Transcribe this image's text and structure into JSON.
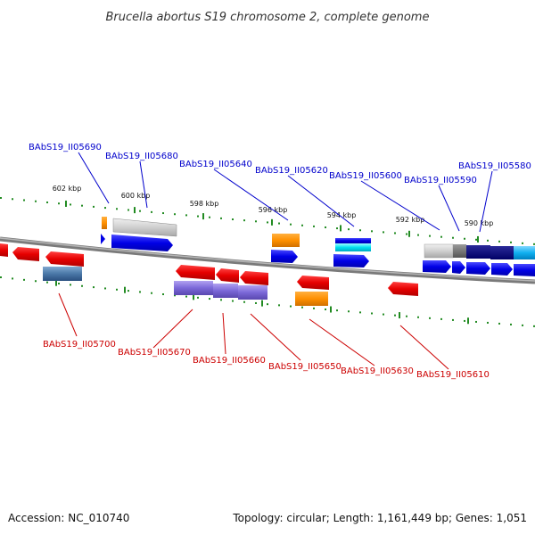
{
  "title": "Brucella abortus S19 chromosome 2, complete genome",
  "footer": {
    "accession": "Accession: NC_010740",
    "topology": "Topology: circular; Length: 1,161,449 bp; Genes: 1,051"
  },
  "colors": {
    "forward_label": "#0000cc",
    "reverse_label": "#cc0000",
    "tick_dots": "#228b22",
    "backbone": "#7a7a7a"
  },
  "ticks": [
    "602 kbp",
    "600 kbp",
    "598 kbp",
    "596 kbp",
    "594 kbp",
    "592 kbp",
    "590 kbp"
  ],
  "forward_labels": [
    "BAbS19_II05690",
    "BAbS19_II05680",
    "BAbS19_II05640",
    "BAbS19_II05620",
    "BAbS19_II05600",
    "BAbS19_II05590",
    "BAbS19_II05580"
  ],
  "reverse_labels": [
    "BAbS19_II05700",
    "BAbS19_II05670",
    "BAbS19_II05660",
    "BAbS19_II05650",
    "BAbS19_II05630",
    "BAbS19_II05610"
  ]
}
